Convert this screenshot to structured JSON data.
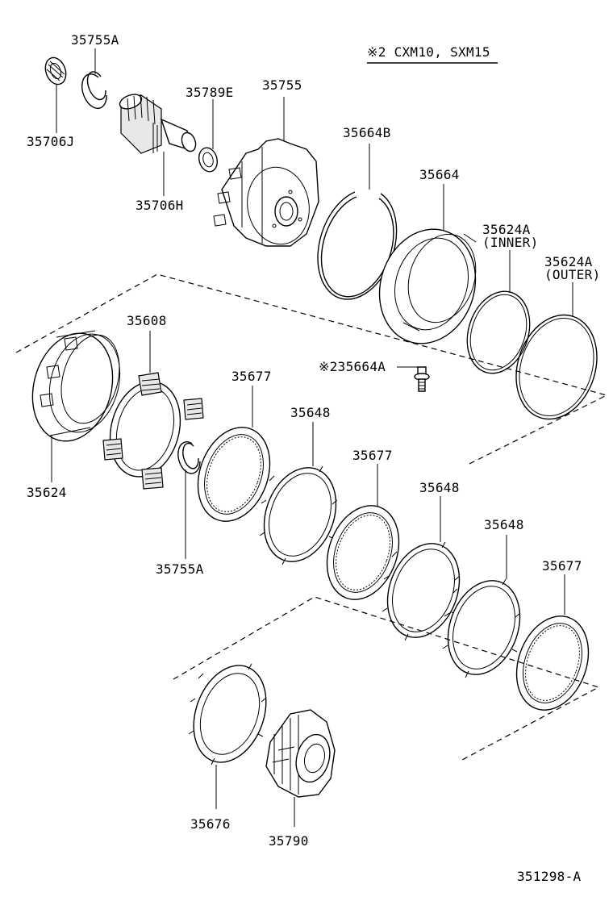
{
  "note": "※2 CXM10, SXM15",
  "diagram_id": "351298-A",
  "parts": {
    "p35755A_top": "35755A",
    "p35706J": "35706J",
    "p35789E": "35789E",
    "p35755": "35755",
    "p35706H": "35706H",
    "p35664B": "35664B",
    "p35664": "35664",
    "p35624A_inner": "35624A",
    "p35624A_inner_sub": "(INNER)",
    "p35624A_outer": "35624A",
    "p35624A_outer_sub": "(OUTER)",
    "p35664A": "※235664A",
    "p35608": "35608",
    "p35624": "35624",
    "p35677_a": "35677",
    "p35755A_mid": "35755A",
    "p35648_a": "35648",
    "p35677_b": "35677",
    "p35648_b": "35648",
    "p35648_c": "35648",
    "p35677_c": "35677",
    "p35676": "35676",
    "p35790": "35790"
  }
}
